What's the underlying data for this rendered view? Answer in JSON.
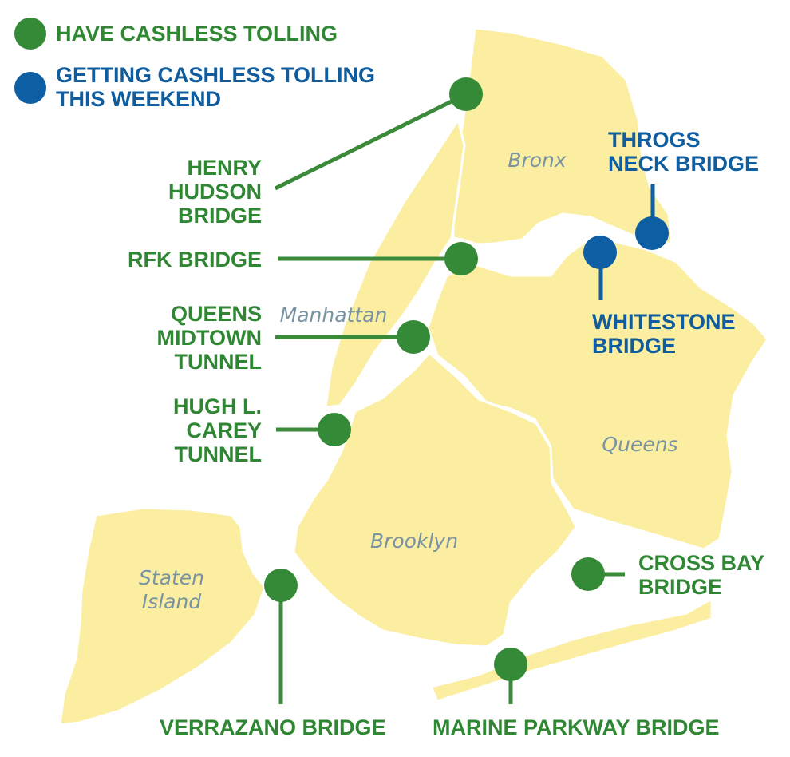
{
  "colors": {
    "have": "#348a36",
    "getting": "#0d5ea3",
    "land": "#fbeea0",
    "water": "#ffffff",
    "borough_label": "#7993a3"
  },
  "legend": {
    "have": "HAVE CASHLESS TOLLING",
    "getting_line1": "GETTING CASHLESS TOLLING",
    "getting_line2": "THIS WEEKEND"
  },
  "boroughs": {
    "bronx": "Bronx",
    "manhattan": "Manhattan",
    "queens": "Queens",
    "brooklyn": "Brooklyn",
    "staten_line1": "Staten",
    "staten_line2": "Island"
  },
  "crossings": {
    "henry_hudson": {
      "lines": [
        "HENRY",
        "HUDSON",
        "BRIDGE"
      ],
      "status": "have"
    },
    "rfk": {
      "lines": [
        "RFK BRIDGE"
      ],
      "status": "have"
    },
    "queens_midtown": {
      "lines": [
        "QUEENS",
        "MIDTOWN",
        "TUNNEL"
      ],
      "status": "have"
    },
    "hugh_carey": {
      "lines": [
        "HUGH L.",
        "CAREY",
        "TUNNEL"
      ],
      "status": "have"
    },
    "throgs_neck": {
      "lines": [
        "THROGS",
        "NECK BRIDGE"
      ],
      "status": "getting"
    },
    "whitestone": {
      "lines": [
        "WHITESTONE",
        "BRIDGE"
      ],
      "status": "getting"
    },
    "cross_bay": {
      "lines": [
        "CROSS BAY",
        "BRIDGE"
      ],
      "status": "have"
    },
    "verrazano": {
      "lines": [
        "VERRAZANO BRIDGE"
      ],
      "status": "have"
    },
    "marine_parkway": {
      "lines": [
        "MARINE PARKWAY BRIDGE"
      ],
      "status": "have"
    }
  }
}
